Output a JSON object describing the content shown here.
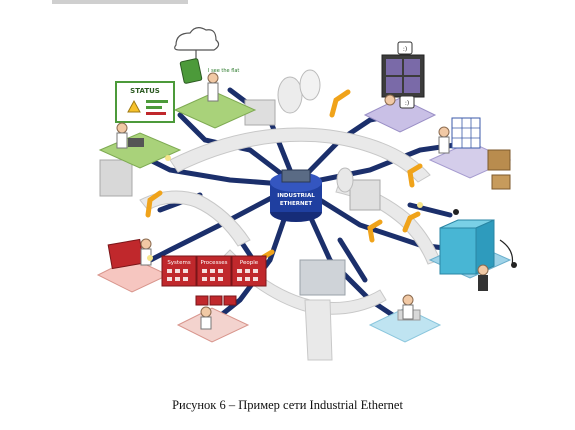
{
  "caption": "Рисунок 6 – Пример сети Industrial Ethernet",
  "diagram": {
    "hub": {
      "line1": "INDUSTRIAL",
      "line2": "ETHERNET"
    },
    "status_panel": {
      "title": "STATUS"
    },
    "speech_bubble": "I see the flat",
    "emoticon_top": ":)",
    "emoticon_bottom": ":)",
    "tabs": [
      "Systems",
      "Processes",
      "People"
    ],
    "colors": {
      "network": "#1b2f6b",
      "hub": "#1f3fa0",
      "conveyor": "#e9e9e9",
      "robot": "#f0a31a",
      "accent_red": "#c0282c"
    }
  }
}
